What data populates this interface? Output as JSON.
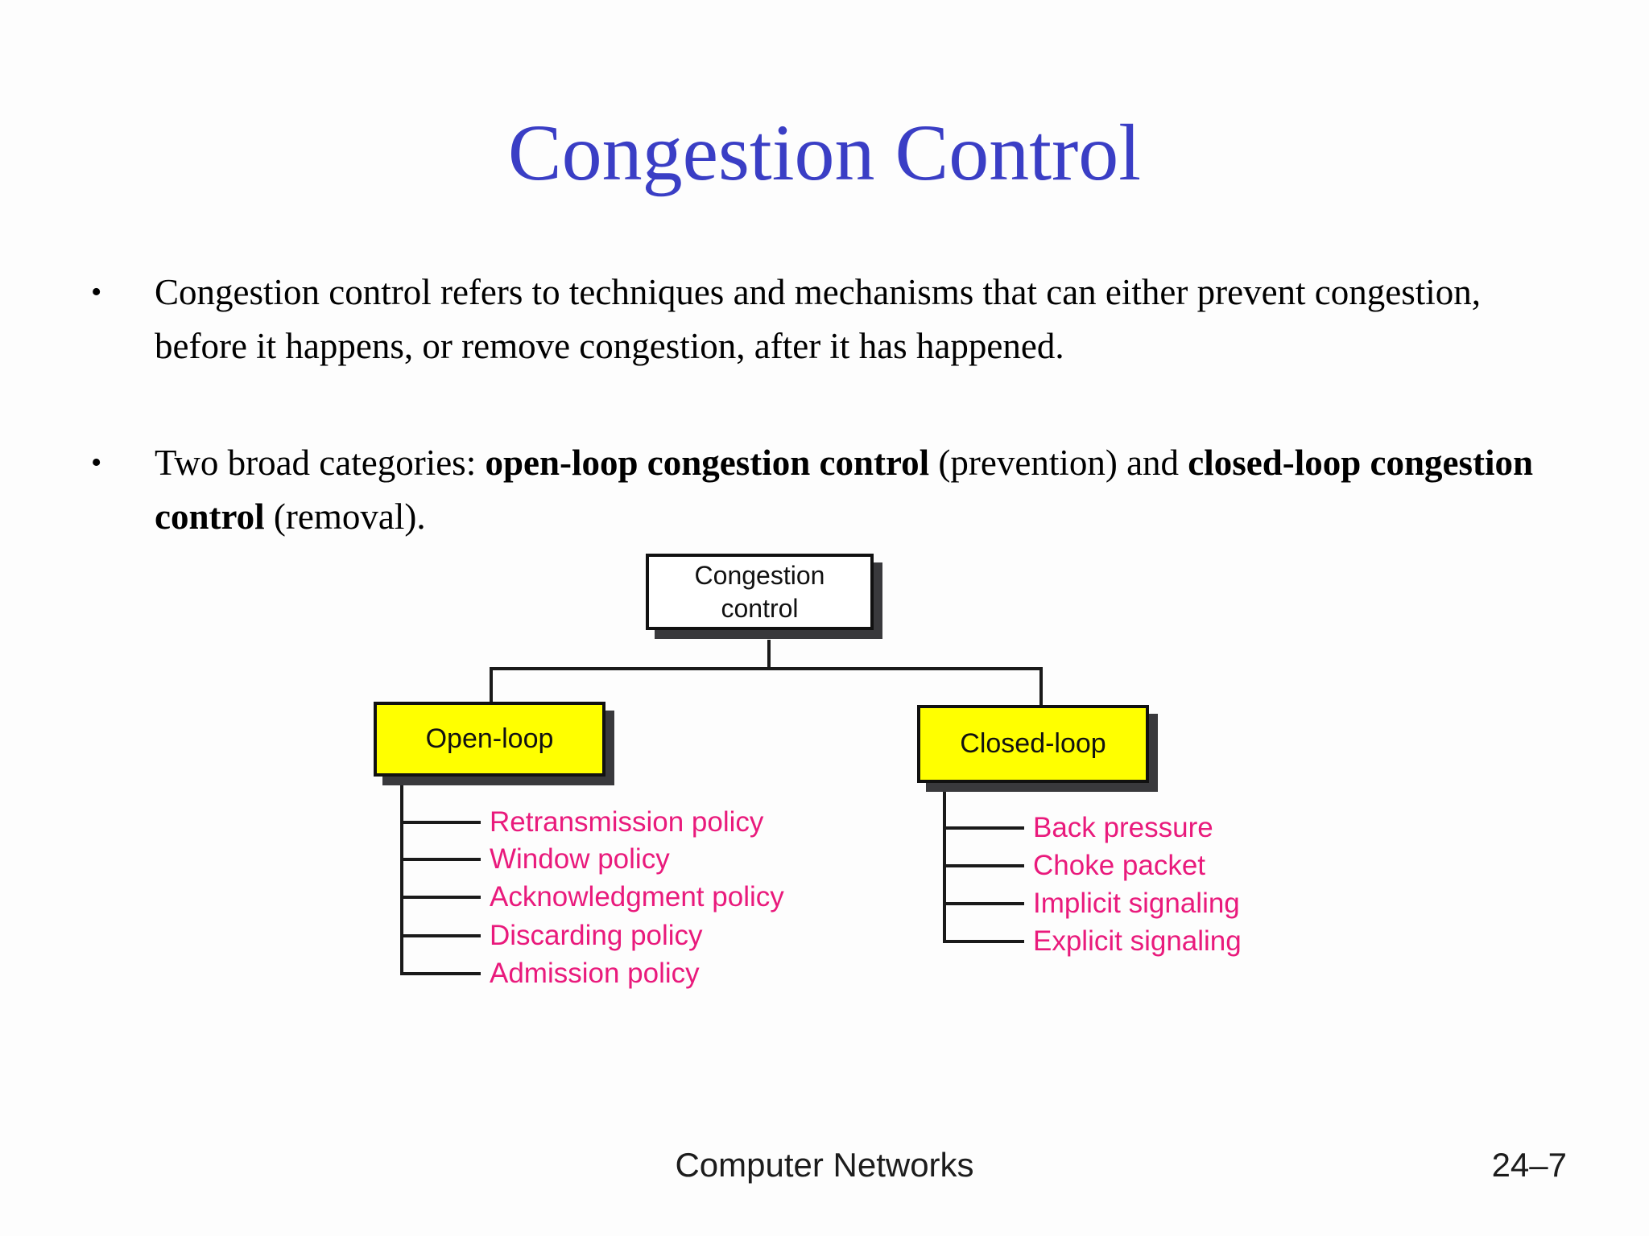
{
  "slide": {
    "title": "Congestion Control",
    "bullets": {
      "marker": "•",
      "first": "Congestion control refers to techniques and mechanisms that can either prevent congestion, before it happens, or remove congestion, after it has happened.",
      "second_pre": "Two broad categories: ",
      "second_bold1": "open-loop congestion control",
      "second_mid": " (prevention) and ",
      "second_bold2": "closed-loop congestion control",
      "second_post": " (removal)."
    }
  },
  "diagram": {
    "root_label": "Congestion\ncontrol",
    "open_loop": {
      "label": "Open-loop",
      "items": [
        "Retransmission policy",
        "Window policy",
        "Acknowledgment policy",
        "Discarding policy",
        "Admission policy"
      ]
    },
    "closed_loop": {
      "label": "Closed-loop",
      "items": [
        "Back pressure",
        "Choke packet",
        "Implicit signaling",
        "Explicit signaling"
      ]
    }
  },
  "colors": {
    "title_blue": "#3a3ec5",
    "branch_fill": "#ffff00",
    "item_pink": "#e91a7c",
    "line_black": "#1a1a1a",
    "shadow_gray": "#39393c"
  },
  "footer": {
    "course": "Computer Networks",
    "page": "24–7"
  }
}
